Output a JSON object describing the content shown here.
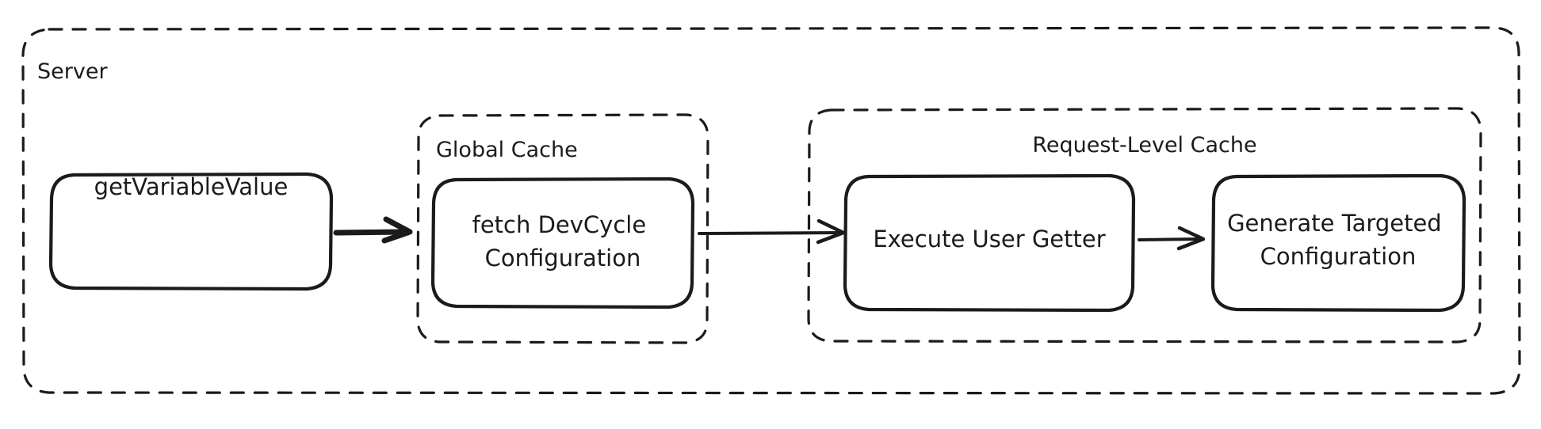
{
  "diagram": {
    "title": "Server",
    "background_color": "#ffffff",
    "stroke_color": "#1b1b1b",
    "style": "hand-drawn",
    "containers": [
      {
        "id": "server",
        "label": "Server",
        "label_position": "top-left",
        "border": "dashed"
      },
      {
        "id": "global-cache",
        "label": "Global Cache",
        "label_position": "top-left",
        "border": "dashed"
      },
      {
        "id": "request-level-cache",
        "label": "Request-Level Cache",
        "label_position": "top-center",
        "border": "dashed"
      }
    ],
    "nodes": [
      {
        "id": "get-variable-value",
        "lines": [
          "getVariableValue"
        ],
        "parent": "server"
      },
      {
        "id": "fetch-devcycle-configuration",
        "lines": [
          "fetch DevCycle",
          "Configuration"
        ],
        "parent": "global-cache"
      },
      {
        "id": "execute-user-getter",
        "lines": [
          "Execute User Getter"
        ],
        "parent": "request-level-cache"
      },
      {
        "id": "generate-targeted-configuration",
        "lines": [
          "Generate Targeted",
          "Configuration"
        ],
        "parent": "request-level-cache"
      }
    ],
    "edges": [
      {
        "id": "edge-1",
        "from": "get-variable-value",
        "to": "fetch-devcycle-configuration",
        "weight": "thick",
        "arrow": "single"
      },
      {
        "id": "edge-2",
        "from": "fetch-devcycle-configuration",
        "to": "execute-user-getter",
        "weight": "thin",
        "arrow": "single"
      },
      {
        "id": "edge-3",
        "from": "execute-user-getter",
        "to": "generate-targeted-configuration",
        "weight": "thin",
        "arrow": "single"
      }
    ]
  }
}
